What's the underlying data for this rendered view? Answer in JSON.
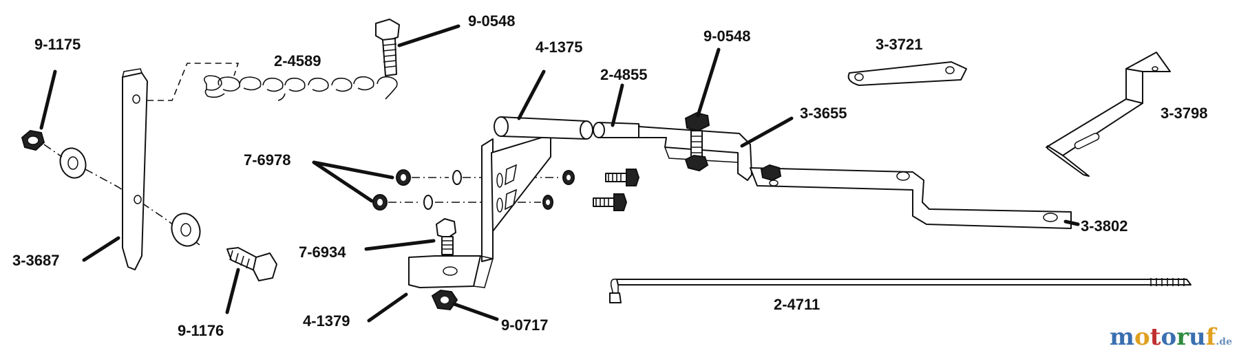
{
  "labels": {
    "p_9_1175": "9-1175",
    "p_3_3687": "3-3687",
    "p_9_1176": "9-1176",
    "p_2_4589": "2-4589",
    "p_9_0548_top": "9-0548",
    "p_7_6978": "7-6978",
    "p_7_6934": "7-6934",
    "p_4_1379": "4-1379",
    "p_9_0717": "9-0717",
    "p_4_1375": "4-1375",
    "p_2_4855": "2-4855",
    "p_9_0548_mid": "9-0548",
    "p_3_3655": "3-3655",
    "p_3_3721": "3-3721",
    "p_3_3798": "3-3798",
    "p_3_3802": "3-3802",
    "p_2_4711": "2-4711"
  },
  "watermark": {
    "letters": [
      "m",
      "o",
      "t",
      "o",
      "r",
      "u",
      "f"
    ],
    "letter_colors": [
      "#3a6fb0",
      "#e0a020",
      "#c03030",
      "#3a6fb0",
      "#2e8b3e",
      "#3a6fb0",
      "#e0a020"
    ],
    "suffix": ".de"
  }
}
